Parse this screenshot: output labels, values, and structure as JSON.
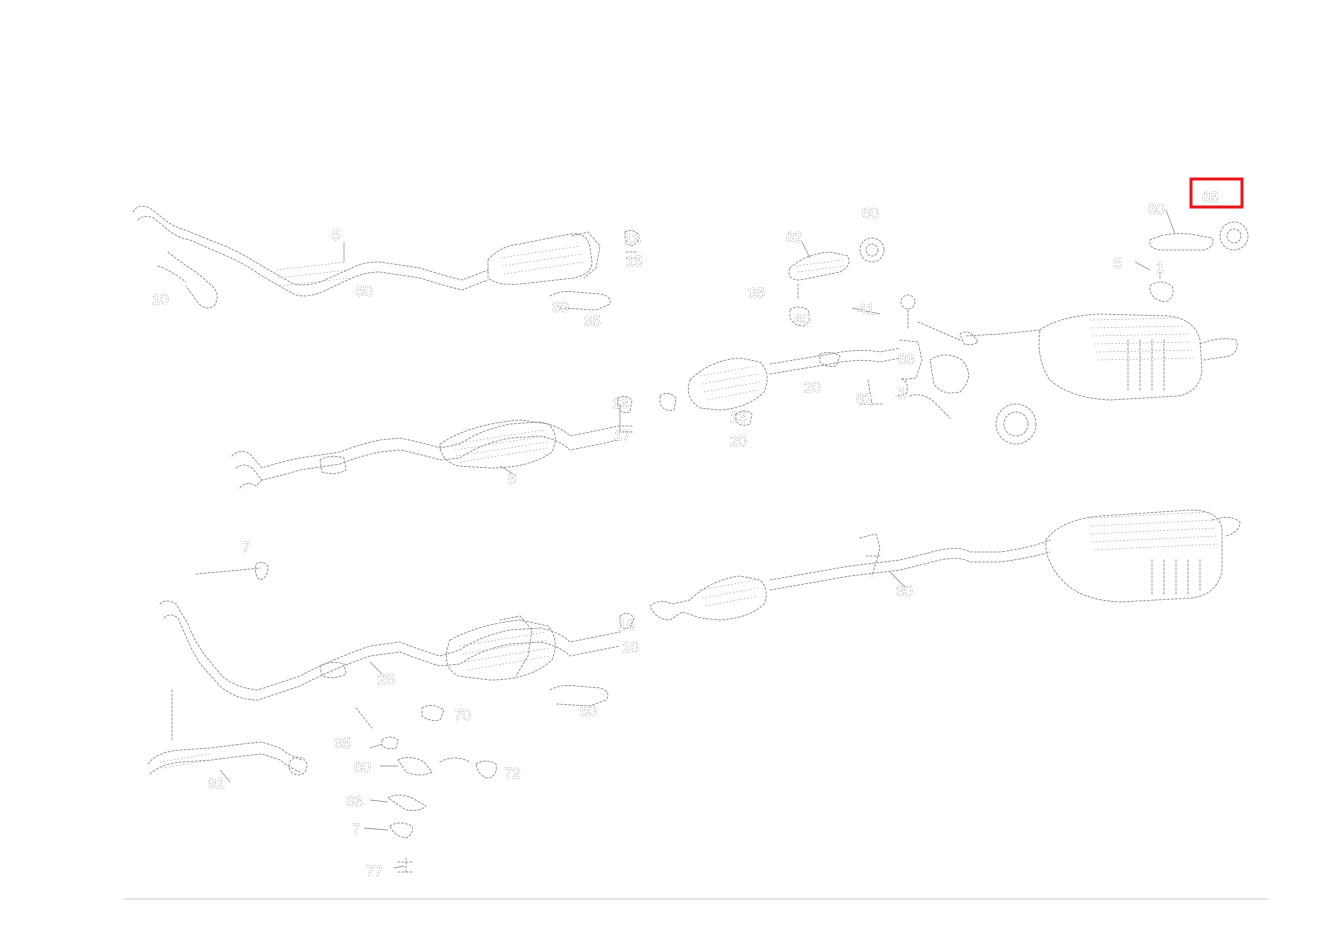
{
  "diagram": {
    "highlight_color": "#e8141c",
    "line_color": "#9a9a9a",
    "background": "#ffffff",
    "highlighted_label": "60",
    "callouts": [
      {
        "id": "c1",
        "text": "5"
      },
      {
        "id": "c2",
        "text": "50"
      },
      {
        "id": "c3",
        "text": "10"
      },
      {
        "id": "c4",
        "text": "13"
      },
      {
        "id": "c5",
        "text": "15"
      },
      {
        "id": "c6",
        "text": "30"
      },
      {
        "id": "c7",
        "text": "35"
      },
      {
        "id": "c8",
        "text": "60"
      },
      {
        "id": "c9",
        "text": "62"
      },
      {
        "id": "c10",
        "text": "35"
      },
      {
        "id": "c11",
        "text": "40"
      },
      {
        "id": "c12",
        "text": "41"
      },
      {
        "id": "c13",
        "text": "60"
      },
      {
        "id": "c14",
        "text": "5"
      },
      {
        "id": "c15",
        "text": "1"
      },
      {
        "id": "c16",
        "text": "13"
      },
      {
        "id": "c17",
        "text": "17"
      },
      {
        "id": "c18",
        "text": "5"
      },
      {
        "id": "c19",
        "text": "13"
      },
      {
        "id": "c20",
        "text": "20"
      },
      {
        "id": "c21",
        "text": "20"
      },
      {
        "id": "c22",
        "text": "62"
      },
      {
        "id": "c23",
        "text": "63"
      },
      {
        "id": "c24",
        "text": "1"
      },
      {
        "id": "c25",
        "text": "15"
      },
      {
        "id": "c26",
        "text": "10"
      },
      {
        "id": "c27",
        "text": "7"
      },
      {
        "id": "c28",
        "text": "28"
      },
      {
        "id": "c29",
        "text": "30"
      },
      {
        "id": "c30",
        "text": "35"
      },
      {
        "id": "c31",
        "text": "50"
      },
      {
        "id": "c32",
        "text": "60"
      },
      {
        "id": "c33",
        "text": "63"
      },
      {
        "id": "c34",
        "text": "70"
      },
      {
        "id": "c35",
        "text": "72"
      },
      {
        "id": "c36",
        "text": "7"
      },
      {
        "id": "c37",
        "text": "77"
      },
      {
        "id": "c38",
        "text": "91"
      },
      {
        "id": "c39",
        "text": "65"
      }
    ]
  }
}
